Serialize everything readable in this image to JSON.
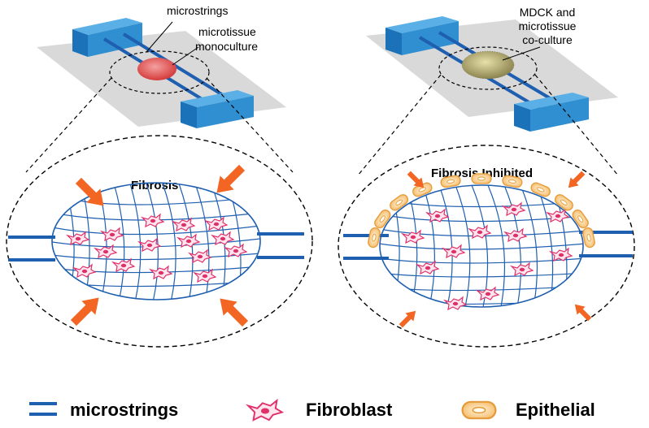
{
  "left_device": {
    "label_microstrings": "microstrings",
    "label_tissue_line1": "microtissue",
    "label_tissue_line2": "monoculture",
    "zoom_title": "Fibrosis"
  },
  "right_device": {
    "label_line1": "MDCK and",
    "label_line2": "microtissue",
    "label_line3": "co-culture",
    "zoom_title": "Fibrosis Inhibited"
  },
  "legend": {
    "microstrings": "microstrings",
    "fibroblast": "Fibroblast",
    "epithelial": "Epithelial"
  },
  "colors": {
    "strings": "#1f5fb0",
    "block": "#2f8fd0",
    "fibroblast": "#e0306a",
    "arrow": "#f26522",
    "epithelial_fill": "#f7c98a",
    "epithelial_stroke": "#e59a3a",
    "tissue_red": "#e05050",
    "tissue_coculture": "#b8ad6e"
  }
}
